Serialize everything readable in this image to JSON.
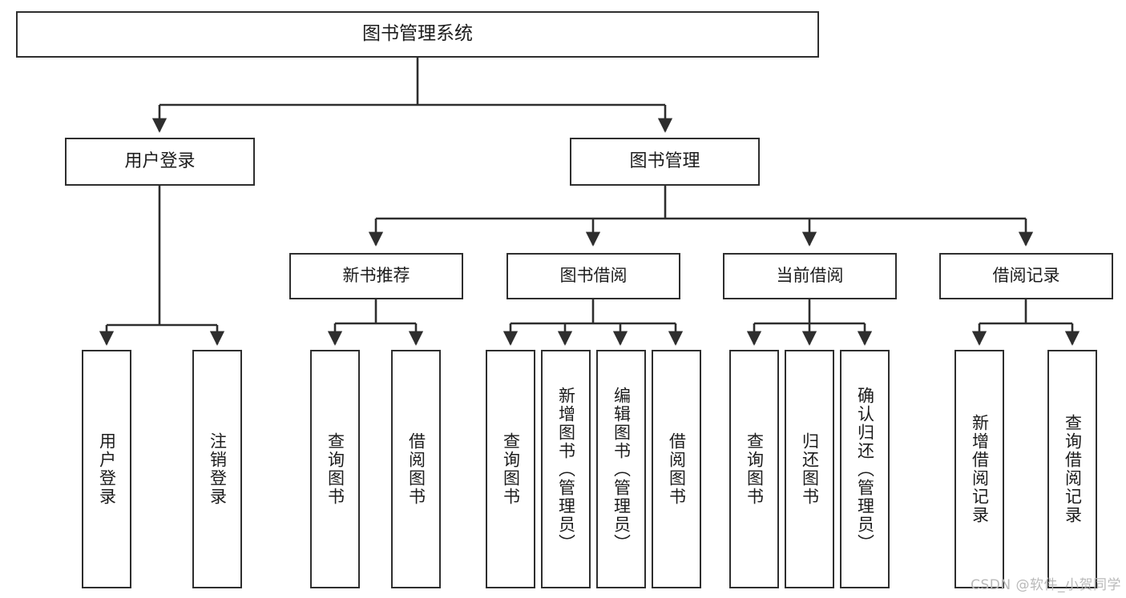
{
  "diagram": {
    "title": "图书管理系统",
    "watermark": "CSDN @软件_小贺同学",
    "colors": {
      "stroke": "#2e2e2e",
      "fill": "#ffffff",
      "text": "#1c1c1c",
      "watermark": "#b9b9b9"
    },
    "nodes": {
      "root": {
        "label": "图书管理系统"
      },
      "level2": [
        {
          "label": "用户登录"
        },
        {
          "label": "图书管理"
        }
      ],
      "level3": [
        {
          "label": "新书推荐"
        },
        {
          "label": "图书借阅"
        },
        {
          "label": "当前借阅"
        },
        {
          "label": "借阅记录"
        }
      ],
      "leaves": {
        "user_login": [
          {
            "label": "用户登录"
          },
          {
            "label": "注销登录"
          }
        ],
        "new_book_recommend": [
          {
            "label": "查询图书"
          },
          {
            "label": "借阅图书"
          }
        ],
        "book_borrow": [
          {
            "label": "查询图书"
          },
          {
            "label": "新增图书（管理员）"
          },
          {
            "label": "编辑图书（管理员）"
          },
          {
            "label": "借阅图书"
          }
        ],
        "current_borrow": [
          {
            "label": "查询图书"
          },
          {
            "label": "归还图书"
          },
          {
            "label": "确认归还（管理员）"
          }
        ],
        "borrow_record": [
          {
            "label": "新增借阅记录"
          },
          {
            "label": "查询借阅记录"
          }
        ]
      }
    }
  }
}
